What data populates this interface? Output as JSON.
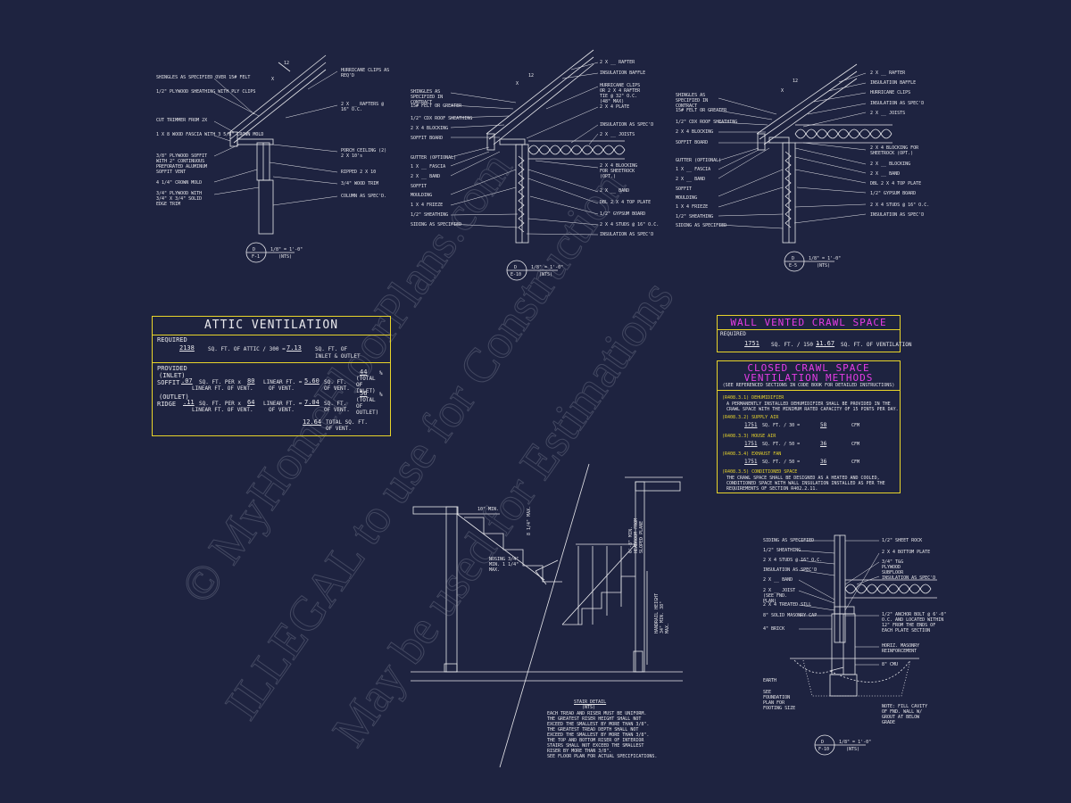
{
  "details": {
    "d1": {
      "callout_letter": "D",
      "callout_sheet": "F-1",
      "scale": "1/8\" = 1'-0\"",
      "scale_sub": "(NTS)",
      "left_labels": [
        "SHINGLES AS SPECIFIED OVER 15# FELT",
        "1/2\" PLYWOOD SHEATHING WITH PLY CLIPS",
        "CUT TRIMMER FROM 2X",
        "1 X 8 WOOD FASCIA WITH 3 5/8\" CROWN MOLD",
        "3/8\" PLYWOOD SOFFIT WITH 2\" CONTINUOUS PREFORATED ALUMINUM SOFFIT VENT",
        "4 1/4\" CROWN MOLD",
        "3/4\" PLYWOOD WITH 3/4\" X 3/4\" SOLID EDGE TRIM"
      ],
      "right_labels": [
        "HURRICANE CLIPS AS REQ'D",
        "2 X __ RAFTERS @ 16\" O.C.",
        "PORCH CEILING (2) 2 X 10's",
        "RIPPED 2 X 10",
        "3/4\" WOOD TRIM",
        "COLUMN AS SPEC'D."
      ]
    },
    "d2": {
      "callout_letter": "D",
      "callout_sheet": "E-10",
      "scale": "1/8\" = 1'-0\"",
      "scale_sub": "(NTS)",
      "left_labels": [
        "SHINGLES AS SPECIFIED IN CONTRACT",
        "15# FELT OR GREATER",
        "1/2\" CDX ROOF SHEATHING",
        "2 X 4 BLOCKING",
        "SOFFIT BOARD",
        "GUTTER (OPTIONAL)",
        "1 X __ FASCIA",
        "2 X __ BAND",
        "SOFFIT",
        "MOULDING",
        "1 X 4 FRIEZE",
        "1/2\" SHEATHING",
        "SIDING AS SPECIFIED"
      ],
      "right_labels": [
        "2 X __ RAFTER",
        "INSULATION BAFFLE",
        "HURRICANE CLIPS OR 2 X 4 RAFTER TIE @ 32\" O.C. (48\" MAX)",
        "2 X 4 PLATE",
        "INSULATION AS SPEC'D",
        "2 X __ JOISTS",
        "2 X 4 BLOCKING FOR SHEETROCK (OPT.)",
        "2 X __ BAND",
        "DBL 2 X 4 TOP PLATE",
        "1/2\" GYPSUM BOARD",
        "2 X 4 STUDS @ 16\" O.C.",
        "INSULATION AS SPEC'D"
      ]
    },
    "d3": {
      "callout_letter": "D",
      "callout_sheet": "E-5",
      "scale": "1/8\" = 1'-0\"",
      "scale_sub": "(NTS)",
      "left_labels": [
        "SHINGLES AS SPECIFIED IN CONTRACT",
        "15# FELT OR GREATER",
        "1/2\" CDX ROOF SHEATHING",
        "2 X 4 BLOCKING",
        "SOFFIT BOARD",
        "GUTTER (OPTIONAL)",
        "1 X __ FASCIA",
        "2 X __ BAND",
        "SOFFIT",
        "MOULDING",
        "1 X 4 FRIEZE",
        "1/2\" SHEATHING",
        "SIDING AS SPECIFIED"
      ],
      "right_labels": [
        "2 X __ RAFTER",
        "INSULATION BAFFLE",
        "HURRICANE CLIPS",
        "INSULATION AS SPEC'D",
        "2 X __ JOISTS",
        "2 X 4 BLOCKING FOR SHEETROCK (OPT.)",
        "2 X __ BLOCKING",
        "2 X __ BAND",
        "DBL 2 X 4 TOP PLATE",
        "1/2\" GYPSUM BOARD",
        "2 X 4 STUDS @ 16\" O.C.",
        "INSULATION AS SPEC'D"
      ]
    },
    "stair": {
      "title": "STAIR DETAIL",
      "subtitle": "(NTS)",
      "note_lines": [
        "EACH TREAD AND RISER MUST BE UNIFORM.",
        "THE GREATEST RISER HEIGHT SHALL NOT",
        "EXCEED THE SMALLEST BY MORE THAN 3/8\".",
        "THE GREATEST TREAD DEPTH SHALL NOT",
        "EXCEED THE SMALLEST BY MORE THAN 3/8\".",
        "THE TOP AND BOTTOM RISER OF INTERIOR",
        "STAIRS SHALL NOT EXCEED THE SMALLEST",
        "RISER BY MORE THAN 3/8\".",
        "SEE FLOOR PLAN FOR ACTUAL SPECIFICATIONS."
      ],
      "dims": [
        "10\" MIN.",
        "NOSING 3/4\" MIN. 1 1/4\" MAX.",
        "8 1/4\" MAX.",
        "6'-8\" MIN. HEADROOM FROM SLOPED PLANE",
        "HANDRAIL HEIGHT 34\" MIN. 38\" MAX."
      ]
    },
    "foundation": {
      "callout_letter": "D",
      "callout_sheet": "F-10",
      "scale": "1/8\" = 1'-0\"",
      "scale_sub": "(NTS)",
      "left_labels": [
        "SIDING AS SPECIFIED",
        "1/2\" SHEATHING",
        "2 X 4 STUDS @ 16\" O.C.",
        "INSULATION AS SPEC'D",
        "2 X __ BAND",
        "2 X __ JOIST (SEE FND. PLAN)",
        "2 X 4 TREATED SILL",
        "8\" SOLID MASONRY CAP",
        "4\" BRICK",
        "EARTH",
        "SEE FOUNDATION PLAN FOR FOOTING SIZE"
      ],
      "right_labels": [
        "1/2\" SHEET ROCK",
        "2 X 4 BOTTOM PLATE",
        "3/4\" T&G PLYWOOD SUBFLOOR",
        "INSULATION AS SPEC'D",
        "1/2\" ANCHOR BOLT @ 6'-0\" O.C. AND LOCATED WITHIN 12\" FROM THE ENDS OF EACH PLATE SECTION",
        "HORIZ. MASONRY REINFORCEMENT",
        "8\" CMU",
        "NOTE: FILL CAVITY OF FND. WALL W/ GROUT AT BELOW GRADE"
      ]
    }
  },
  "attic": {
    "title": "ATTIC VENTILATION",
    "required_label": "REQUIRED",
    "attic_sqft": "2138",
    "formula_text": "SQ. FT. OF ATTIC / 300 =",
    "required_result": "7.13",
    "required_unit": "SQ. FT. OF",
    "required_unit2": "INLET & OUTLET",
    "provided_label": "PROVIDED",
    "inlet_label": "(INLET)",
    "soffit_label": "SOFFIT",
    "soffit_rate": ".07",
    "soffit_len": "80",
    "soffit_total": "5.60",
    "inlet_pct": "44",
    "outlet_label": "(OUTLET)",
    "ridge_label": "RIDGE",
    "ridge_rate": ".11",
    "ridge_len": "64",
    "ridge_total": "7.04",
    "outlet_pct": "56",
    "sqft_per": "SQ. FT. PER x",
    "linear_ft_vent": "LINEAR FT. OF VENT.",
    "linear_ft": "LINEAR FT. =",
    "of_vent": "OF VENT.",
    "sq_ft": "SQ. FT.",
    "of_vent2": "OF VENT.",
    "linear_ft_of_vent2": "LINEAR FT. OF VENT.",
    "total_of_inlet": "(TOTAL OF INLET)",
    "total_of_outlet": "(TOTAL OF OUTLET)",
    "pct": "%",
    "grand_total": "12.64",
    "total_label": "TOTAL SQ. FT.",
    "total_label2": "OF VENT."
  },
  "wall_crawl": {
    "title": "WALL VENTED CRAWL SPACE",
    "required_label": "REQUIRED",
    "value": "1751",
    "formula": "SQ. FT. / 150 =",
    "result": "11.67",
    "unit": "SQ. FT. OF VENTILATION"
  },
  "closed_crawl": {
    "title1": "CLOSED CRAWL SPACE",
    "title2": "VENTILATION METHODS",
    "subtitle": "(SEE REFERENCED SECTIONS IN CODE BOOK FOR DETAILED INSTRUCTIONS)",
    "dehum_code": "(R408.3.1) DEHUMIDIFIER",
    "dehum_text": [
      "A PERMANENTLY INSTALLED DEHUMIDIFIER SHALL BE PROVIDED IN THE",
      "CRAWL SPACE WITH THE MINIMUM RATED CAPACITY OF 15 PINTS PER DAY."
    ],
    "supply_code": "(R408.3.2) SUPPLY AIR",
    "supply_val": "1751",
    "supply_formula": "SQ. FT. / 30 =",
    "supply_res": "58",
    "house_code": "(R408.3.3) HOUSE AIR",
    "house_val": "1751",
    "house_formula": "SQ. FT. / 50 =",
    "house_res": "36",
    "exhaust_code": "(R408.3.4) EXHAUST FAN",
    "exhaust_val": "1751",
    "exhaust_formula": "SQ. FT. / 50 =",
    "exhaust_res": "36",
    "cfm": "CFM",
    "cond_code": "(R408.3.5) CONDITIONED SPACE",
    "cond_text": [
      "THE CRAWL SPACE SHALL BE DESIGNED AS A HEATED AND COOLED,",
      "CONDITIONED SPACE WITH WALL INSULATION INSTALLED AS PER THE",
      "REQUIREMENTS OF SECTION R402.2.11."
    ]
  },
  "watermark": {
    "line1": "© MyHomeFloorPlans.com",
    "line2": "ILLEGAL to use for Construction",
    "line3": "May be used for Estimations"
  },
  "colors": {
    "background": "#1e2340",
    "line": "#e8e8ec",
    "frame": "#e8d42a",
    "accent": "#e63ce6"
  }
}
